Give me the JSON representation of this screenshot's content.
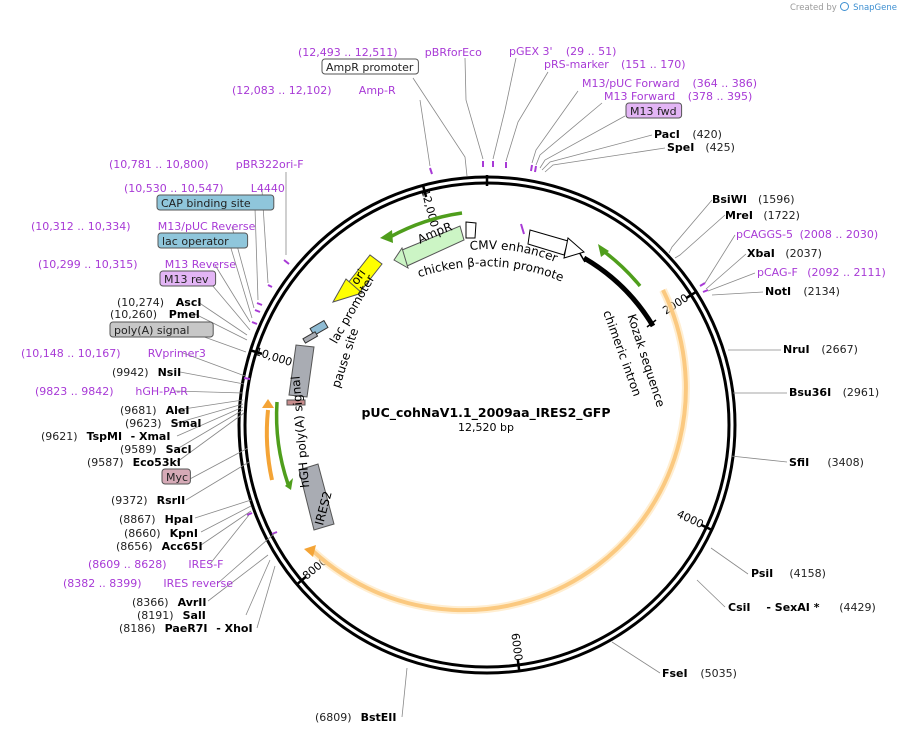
{
  "credit": {
    "created_by": "Created by",
    "brand": "SnapGene"
  },
  "plasmid": {
    "name": "pUC_cohNaV1.1_2009aa_IRES2_GFP",
    "size": "12,520 bp",
    "length": 12520
  },
  "colors": {
    "primer": "#a83ad6",
    "enzyme": "#000000",
    "promoter": "#ffffff",
    "ori": "#ffff00",
    "ampr": "#ccf5c5",
    "misc": "#a9acb3",
    "orange_cds": "#f4a436",
    "green_arrow": "#4f9e1c"
  },
  "ticks": [
    {
      "bp": 2000,
      "label": "2000"
    },
    {
      "bp": 4000,
      "label": "4000"
    },
    {
      "bp": 6000,
      "label": "6000"
    },
    {
      "bp": 8000,
      "label": "8000"
    },
    {
      "bp": 10000,
      "label": "10,000"
    },
    {
      "bp": 12000,
      "label": "12,000"
    }
  ],
  "features": [
    {
      "label": "CMV enhancer",
      "kind": "promoter"
    },
    {
      "label": "chicken β-actin promoter",
      "kind": "promoter"
    },
    {
      "label": "chimeric intron",
      "kind": "intron"
    },
    {
      "label": "Kozak sequence",
      "kind": "misc"
    },
    {
      "label": "IRES2",
      "kind": "misc"
    },
    {
      "label": "hGH poly(A) signal",
      "kind": "misc"
    },
    {
      "label": "pause site",
      "kind": "misc"
    },
    {
      "label": "lac promoter",
      "kind": "promoter"
    },
    {
      "label": "ori",
      "kind": "ori"
    },
    {
      "label": "AmpR",
      "kind": "cds"
    },
    {
      "label": "AmpR promoter",
      "kind": "promoter"
    }
  ],
  "annotations": [
    {
      "id": "pBRforEco",
      "pos": "(12,493 .. 12,511)",
      "name": "pBRforEco",
      "kind": "primer"
    },
    {
      "id": "AmpR-promoter-box",
      "name": "AmpR promoter",
      "kind": "box-white"
    },
    {
      "id": "Amp-R",
      "pos": "(12,083 .. 12,102)",
      "name": "Amp-R",
      "kind": "primer"
    },
    {
      "id": "pGEX3",
      "name": "pGEX 3'",
      "pos": "(29 .. 51)",
      "kind": "primer"
    },
    {
      "id": "pRS-marker",
      "name": "pRS-marker",
      "pos": "(151 .. 170)",
      "kind": "primer"
    },
    {
      "id": "M13pUC-fwd",
      "name": "M13/pUC Forward",
      "pos": "(364 .. 386)",
      "kind": "primer"
    },
    {
      "id": "M13-fwd",
      "name": "M13 Forward",
      "pos": "(378 .. 395)",
      "kind": "primer"
    },
    {
      "id": "M13fwd-box",
      "name": "M13 fwd",
      "kind": "box-purple"
    },
    {
      "id": "PacI",
      "name": "PacI",
      "pos": "(420)",
      "kind": "enzyme"
    },
    {
      "id": "SpeI",
      "name": "SpeI",
      "pos": "(425)",
      "kind": "enzyme"
    },
    {
      "id": "pBR322ori-F",
      "pos": "(10,781 .. 10,800)",
      "name": "pBR322ori-F",
      "kind": "primer"
    },
    {
      "id": "L4440",
      "pos": "(10,530 .. 10,547)",
      "name": "L4440",
      "kind": "primer"
    },
    {
      "id": "CAP-box",
      "name": "CAP binding site",
      "kind": "box-blue"
    },
    {
      "id": "M13pUC-rev",
      "pos": "(10,312 .. 10,334)",
      "name": "M13/pUC Reverse",
      "kind": "primer"
    },
    {
      "id": "lacop-box",
      "name": "lac operator",
      "kind": "box-blue"
    },
    {
      "id": "M13-rev",
      "pos": "(10,299 .. 10,315)",
      "name": "M13 Reverse",
      "kind": "primer"
    },
    {
      "id": "M13rev-box",
      "name": "M13 rev",
      "kind": "box-purple"
    },
    {
      "id": "AscI",
      "pos": "(10,274)",
      "name": "AscI",
      "kind": "enzyme"
    },
    {
      "id": "PmeI",
      "pos": "(10,260)",
      "name": "PmeI",
      "kind": "enzyme"
    },
    {
      "id": "polyA-box",
      "name": "poly(A) signal",
      "kind": "box-grey"
    },
    {
      "id": "RVprimer3",
      "pos": "(10,148 .. 10,167)",
      "name": "RVprimer3",
      "kind": "primer"
    },
    {
      "id": "NsiI",
      "pos": "(9942)",
      "name": "NsiI",
      "kind": "enzyme"
    },
    {
      "id": "hGH-PA-R",
      "pos": "(9823 .. 9842)",
      "name": "hGH-PA-R",
      "kind": "primer"
    },
    {
      "id": "AleI",
      "pos": "(9681)",
      "name": "AleI",
      "kind": "enzyme"
    },
    {
      "id": "SmaI",
      "pos": "(9623)",
      "name": "SmaI",
      "kind": "enzyme"
    },
    {
      "id": "TspMI",
      "pos": "(9621)",
      "name": "TspMI",
      "extra": "- XmaI",
      "kind": "enzyme"
    },
    {
      "id": "SacI",
      "pos": "(9589)",
      "name": "SacI",
      "kind": "enzyme"
    },
    {
      "id": "Eco53kI",
      "pos": "(9587)",
      "name": "Eco53kI",
      "kind": "enzyme"
    },
    {
      "id": "Myc-box",
      "name": "Myc",
      "kind": "box-pink"
    },
    {
      "id": "RsrII",
      "pos": "(9372)",
      "name": "RsrII",
      "kind": "enzyme"
    },
    {
      "id": "HpaI",
      "pos": "(8867)",
      "name": "HpaI",
      "kind": "enzyme"
    },
    {
      "id": "KpnI",
      "pos": "(8660)",
      "name": "KpnI",
      "kind": "enzyme"
    },
    {
      "id": "Acc65I",
      "pos": "(8656)",
      "name": "Acc65I",
      "kind": "enzyme"
    },
    {
      "id": "IRES-F",
      "pos": "(8609 .. 8628)",
      "name": "IRES-F",
      "kind": "primer"
    },
    {
      "id": "IRES-reverse",
      "pos": "(8382 .. 8399)",
      "name": "IRES reverse",
      "kind": "primer"
    },
    {
      "id": "AvrII",
      "pos": "(8366)",
      "name": "AvrII",
      "kind": "enzyme"
    },
    {
      "id": "SalI",
      "pos": "(8191)",
      "name": "SalI",
      "kind": "enzyme"
    },
    {
      "id": "PaeR7I",
      "pos": "(8186)",
      "name": "PaeR7I",
      "extra": "- XhoI",
      "kind": "enzyme"
    },
    {
      "id": "BsiWI",
      "name": "BsiWI",
      "pos": "(1596)",
      "kind": "enzyme"
    },
    {
      "id": "MreI",
      "name": "MreI",
      "pos": "(1722)",
      "kind": "enzyme"
    },
    {
      "id": "pCAGGS-5",
      "name": "pCAGGS-5",
      "pos": "(2008 .. 2030)",
      "kind": "primer"
    },
    {
      "id": "XbaI",
      "name": "XbaI",
      "pos": "(2037)",
      "kind": "enzyme"
    },
    {
      "id": "pCAG-F",
      "name": "pCAG-F",
      "pos": "(2092 .. 2111)",
      "kind": "primer"
    },
    {
      "id": "NotI",
      "name": "NotI",
      "pos": "(2134)",
      "kind": "enzyme"
    },
    {
      "id": "NruI",
      "name": "NruI",
      "pos": "(2667)",
      "kind": "enzyme"
    },
    {
      "id": "Bsu36I",
      "name": "Bsu36I",
      "pos": "(2961)",
      "kind": "enzyme"
    },
    {
      "id": "SfiI",
      "name": "SfiI",
      "pos": "(3408)",
      "kind": "enzyme"
    },
    {
      "id": "PsiI",
      "name": "PsiI",
      "pos": "(4158)",
      "kind": "enzyme"
    },
    {
      "id": "CsiI",
      "name": "CsiI",
      "extra": "- SexAI *",
      "pos": "(4429)",
      "kind": "enzyme"
    },
    {
      "id": "FseI",
      "name": "FseI",
      "pos": "(5035)",
      "kind": "enzyme"
    },
    {
      "id": "BstEII",
      "pos": "(6809)",
      "name": "BstEII",
      "kind": "enzyme"
    }
  ]
}
